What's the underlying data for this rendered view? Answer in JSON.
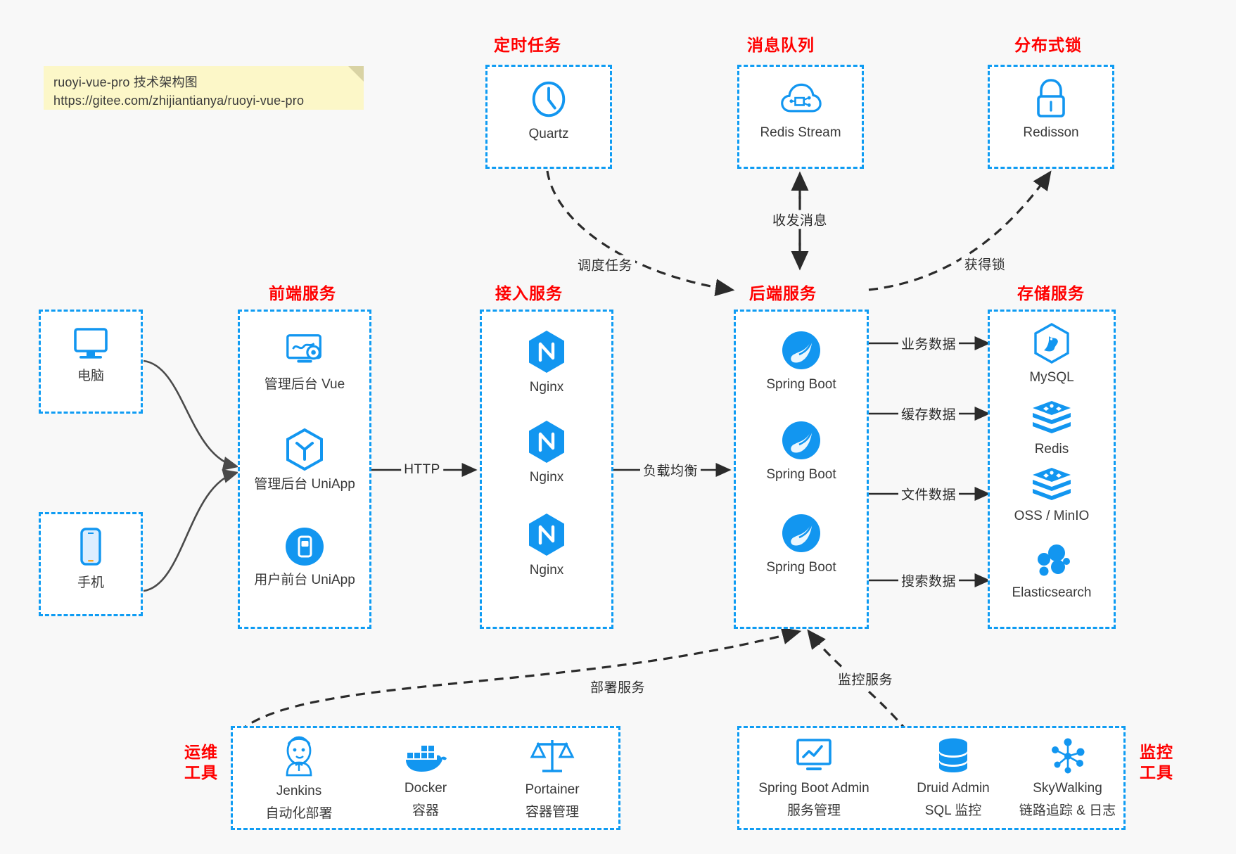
{
  "note": {
    "line1": "ruoyi-vue-pro 技术架构图",
    "line2": "https://gitee.com/zhijiantianya/ruoyi-vue-pro"
  },
  "colors": {
    "accent_blue": "#0f9cf3",
    "title_red": "#ff0000",
    "icon_blue": "#1296f0",
    "background": "#f8f8f8",
    "note_bg": "#fcf7c8",
    "edge_gray": "#4a4a4a"
  },
  "sections": {
    "scheduled_task": {
      "title": "定时任务"
    },
    "message_queue": {
      "title": "消息队列"
    },
    "distributed_lock": {
      "title": "分布式锁"
    },
    "frontend": {
      "title": "前端服务"
    },
    "gateway": {
      "title": "接入服务"
    },
    "backend": {
      "title": "后端服务"
    },
    "storage": {
      "title": "存储服务"
    },
    "devops": {
      "title_line1": "运维",
      "title_line2": "工具"
    },
    "monitor": {
      "title_line1": "监控",
      "title_line2": "工具"
    }
  },
  "clients": [
    {
      "label": "电脑",
      "icon": "desktop-icon"
    },
    {
      "label": "手机",
      "icon": "phone-icon"
    }
  ],
  "scheduled_task_nodes": [
    {
      "label": "Quartz",
      "icon": "clock-icon"
    }
  ],
  "message_queue_nodes": [
    {
      "label": "Redis Stream",
      "icon": "cloud-stream-icon"
    }
  ],
  "distributed_lock_nodes": [
    {
      "label": "Redisson",
      "icon": "lock-icon"
    }
  ],
  "frontend_nodes": [
    {
      "label": "管理后台 Vue",
      "icon": "dashboard-gear-icon"
    },
    {
      "label": "管理后台 UniApp",
      "icon": "hexagon-y-icon"
    },
    {
      "label": "用户前台 UniApp",
      "icon": "mobile-app-icon"
    }
  ],
  "gateway_nodes": [
    {
      "label": "Nginx",
      "icon": "nginx-icon"
    },
    {
      "label": "Nginx",
      "icon": "nginx-icon"
    },
    {
      "label": "Nginx",
      "icon": "nginx-icon"
    }
  ],
  "backend_nodes": [
    {
      "label": "Spring Boot",
      "icon": "spring-boot-icon"
    },
    {
      "label": "Spring Boot",
      "icon": "spring-boot-icon"
    },
    {
      "label": "Spring Boot",
      "icon": "spring-boot-icon"
    }
  ],
  "storage_nodes": [
    {
      "label": "MySQL",
      "icon": "mysql-icon"
    },
    {
      "label": "Redis",
      "icon": "redis-icon"
    },
    {
      "label": "OSS / MinIO",
      "icon": "oss-minio-icon"
    },
    {
      "label": "Elasticsearch",
      "icon": "elasticsearch-icon"
    }
  ],
  "devops_nodes": [
    {
      "label": "Jenkins",
      "sublabel": "自动化部署",
      "icon": "jenkins-icon"
    },
    {
      "label": "Docker",
      "sublabel": "容器",
      "icon": "docker-icon"
    },
    {
      "label": "Portainer",
      "sublabel": "容器管理",
      "icon": "scales-icon"
    }
  ],
  "monitor_nodes": [
    {
      "label": "Spring Boot Admin",
      "sublabel": "服务管理",
      "icon": "monitor-chart-icon"
    },
    {
      "label": "Druid Admin",
      "sublabel": "SQL 监控",
      "icon": "database-icon"
    },
    {
      "label": "SkyWalking",
      "sublabel": "链路追踪 & 日志",
      "icon": "skywalking-icon"
    }
  ],
  "edge_labels": {
    "http": "HTTP",
    "load_balance": "负载均衡",
    "schedule_task": "调度任务",
    "send_receive_message": "收发消息",
    "acquire_lock": "获得锁",
    "business_data": "业务数据",
    "cache_data": "缓存数据",
    "file_data": "文件数据",
    "search_data": "搜索数据",
    "deploy_service": "部署服务",
    "monitor_service": "监控服务"
  }
}
